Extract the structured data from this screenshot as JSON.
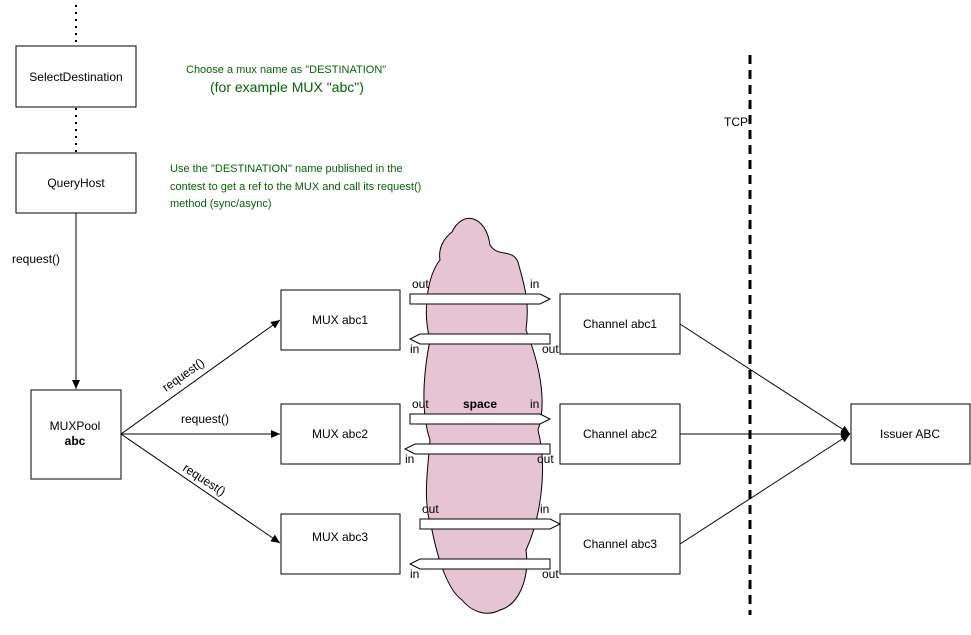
{
  "boxes": {
    "select_destination": "SelectDestination",
    "query_host": "QueryHost",
    "muxpool_line1": "MUXPool",
    "muxpool_line2": "abc",
    "mux1": "MUX abc1",
    "mux2": "MUX abc2",
    "mux3": "MUX abc3",
    "channel1": "Channel abc1",
    "channel2": "Channel abc2",
    "channel3": "Channel abc3",
    "issuer": "Issuer ABC"
  },
  "notes": {
    "choose_line1": "Choose a mux name as \"DESTINATION\"",
    "choose_line2": "(for example MUX \"abc\")",
    "use_line1": "Use the \"DESTINATION\" name published in the",
    "use_line2": "contest to get a ref to the MUX and call its request()",
    "use_line3": "method  (sync/async)"
  },
  "labels": {
    "request_main": "request()",
    "request_1": "request()",
    "request_2": "request()",
    "request_3": "request()",
    "space": "space",
    "tcp": "TCP",
    "out": "out",
    "in": "in"
  },
  "colors": {
    "note_green": "#006600",
    "cloud_fill": "#e6c4d4"
  }
}
